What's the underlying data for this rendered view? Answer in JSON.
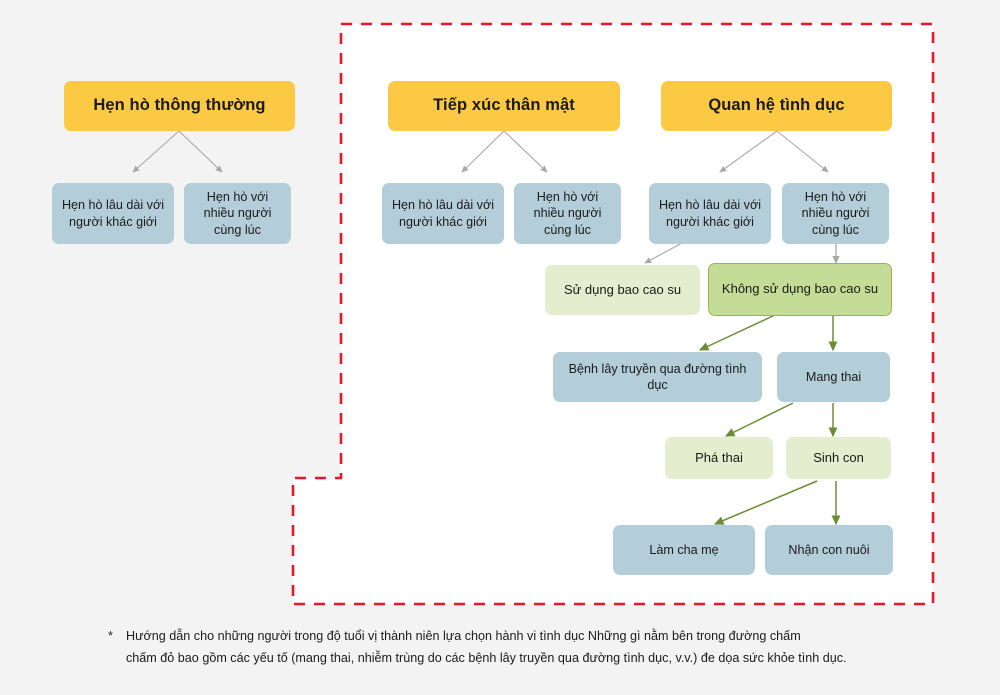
{
  "meta": {
    "background_outside": "#f3f3f3",
    "background_inside": "#ffffff",
    "accent_yellow": "#fbc943",
    "accent_blue": "#b3ced9",
    "accent_green_light": "#e4edcd",
    "accent_green_mid": "#c5dc96",
    "accent_green_border": "#8fb94e",
    "arrow_gray": "#a8a8a8",
    "arrow_green": "#6b8e35",
    "dashed_border_color": "#e8172a"
  },
  "columns": {
    "casual": {
      "header": "Hẹn hò thông thường",
      "children": [
        "Hẹn hò lâu dài với người khác giới",
        "Hẹn hò với nhiều người cùng lúc"
      ]
    },
    "intimate": {
      "header": "Tiếp xúc thân mật",
      "children": [
        "Hẹn hò lâu dài với người khác giới",
        "Hẹn hò với nhiều người cùng lúc"
      ]
    },
    "sexual": {
      "header": "Quan hệ tình dục",
      "children": [
        "Hẹn hò lâu dài với người khác giới",
        "Hẹn hò với nhiều người cùng lúc"
      ]
    }
  },
  "condom": {
    "use": "Sử dụng bao cao su",
    "no_use": "Không sử dụng bao cao su"
  },
  "outcomes": {
    "sti": "Bệnh lây truyền qua đường tình dục",
    "pregnancy": "Mang thai",
    "abortion": "Phá thai",
    "birth": "Sinh con",
    "parenting": "Làm cha mẹ",
    "adoption": "Nhận con nuôi"
  },
  "footnote": {
    "marker": "*",
    "line1": "Hướng dẫn cho những người trong độ tuổi vị thành niên lựa chọn hành vi tình dục Những gì nằm bên trong đường chấm",
    "line2": "chấm đỏ bao gồm các yếu tố (mang thai, nhiễm trùng do các bệnh lây truyền qua đường tình dục, v.v.) đe dọa sức khỏe tình dục."
  }
}
